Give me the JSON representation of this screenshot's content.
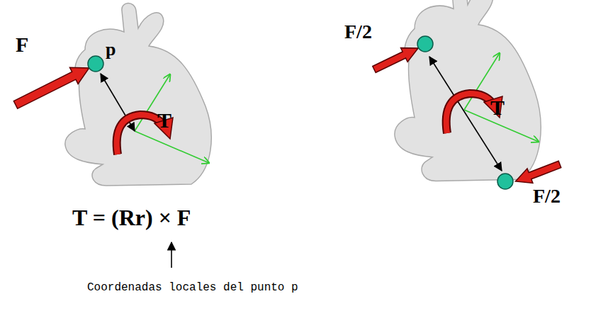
{
  "diagram": {
    "labels": [
      "F",
      "p",
      "T",
      "T = (Rr) × F",
      "Coordenadas locales del punto p",
      "F/2",
      "T",
      "F/2"
    ]
  }
}
